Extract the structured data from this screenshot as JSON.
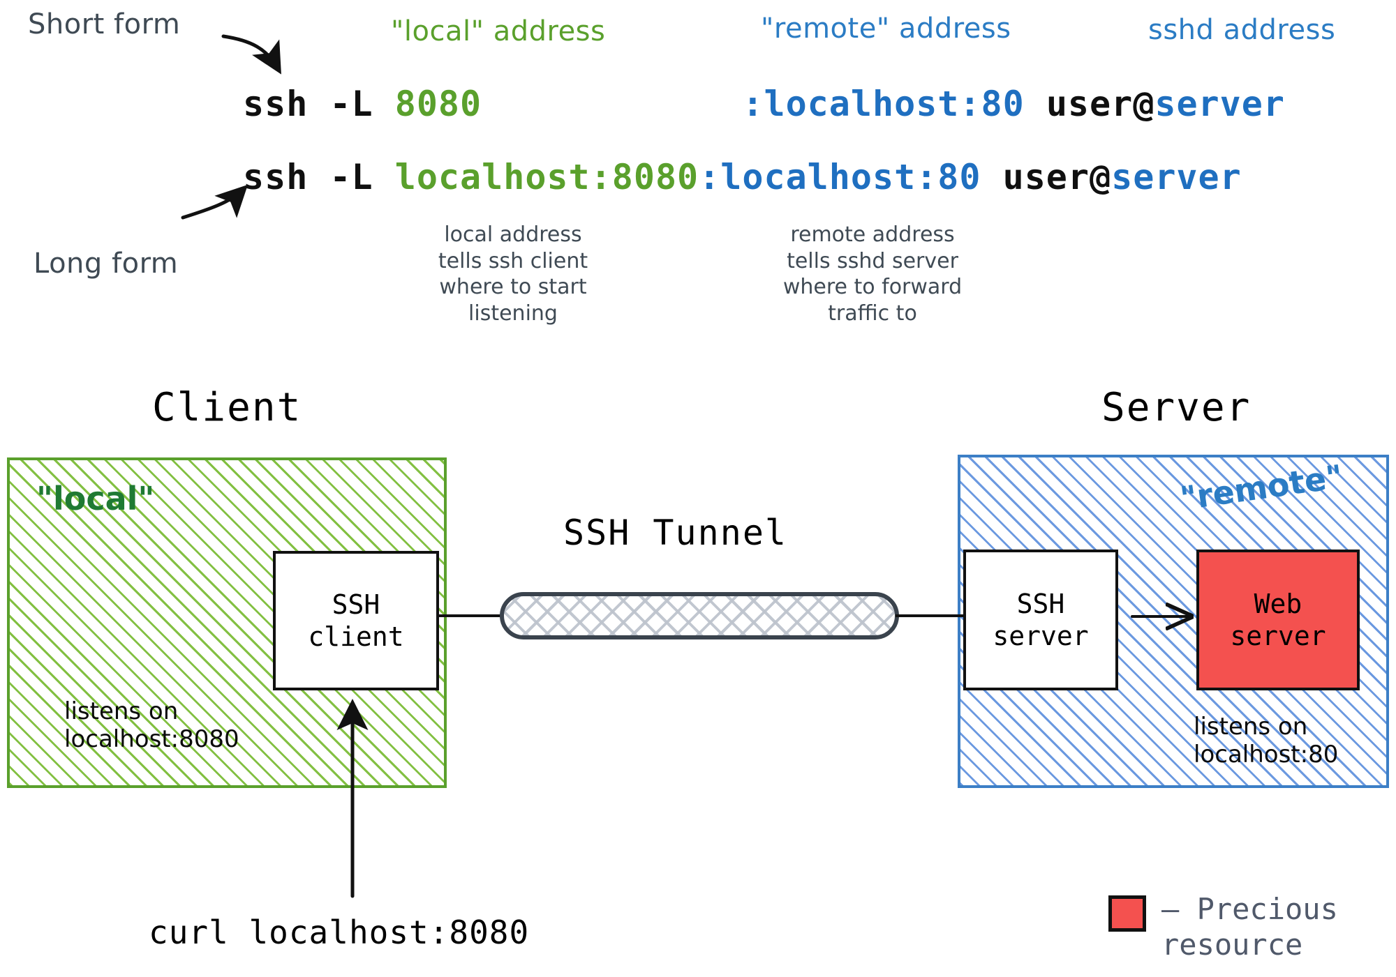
{
  "callouts": {
    "short_form": "Short form",
    "long_form": "Long form",
    "local_address": "\"local\" address",
    "remote_address": "\"remote\" address",
    "sshd_address": "sshd address"
  },
  "commands": {
    "short": {
      "prefix": "ssh -L ",
      "local": "8080",
      "spacer": "            ",
      "remote": ":localhost:80",
      "user": " user@",
      "host": "server"
    },
    "long": {
      "prefix": "ssh -L ",
      "local": "localhost:8080",
      "spacer": "",
      "remote": ":localhost:80",
      "user": " user@",
      "host": "server"
    }
  },
  "descriptions": {
    "local": "local address\ntells ssh client\nwhere to start\nlistening",
    "remote": "remote address\ntells sshd server\nwhere to forward\ntraffic to"
  },
  "headings": {
    "client": "Client",
    "server": "Server",
    "tunnel": "SSH Tunnel"
  },
  "zones": {
    "client": {
      "tag": "\"local\"",
      "note": "listens on\nlocalhost:8080"
    },
    "server": {
      "tag": "\"remote\"",
      "note": "listens on\nlocalhost:80"
    }
  },
  "nodes": {
    "ssh_client": "SSH\nclient",
    "ssh_server": "SSH\nserver",
    "web_server": "Web\nserver"
  },
  "bottom": {
    "curl_command": "curl localhost:8080"
  },
  "legend": {
    "label": "– Precious\n  resource",
    "swatch_color": "#f4514f"
  },
  "colors": {
    "green_accent": "#5aa02c",
    "green_hatch": "#7cbd38",
    "blue_accent": "#2b7cc4",
    "blue_hatch": "#5b8edd",
    "red_resource": "#f4514f",
    "ink": "#111111",
    "slate_text": "#3f4a54",
    "tunnel_border": "#3a434d"
  }
}
